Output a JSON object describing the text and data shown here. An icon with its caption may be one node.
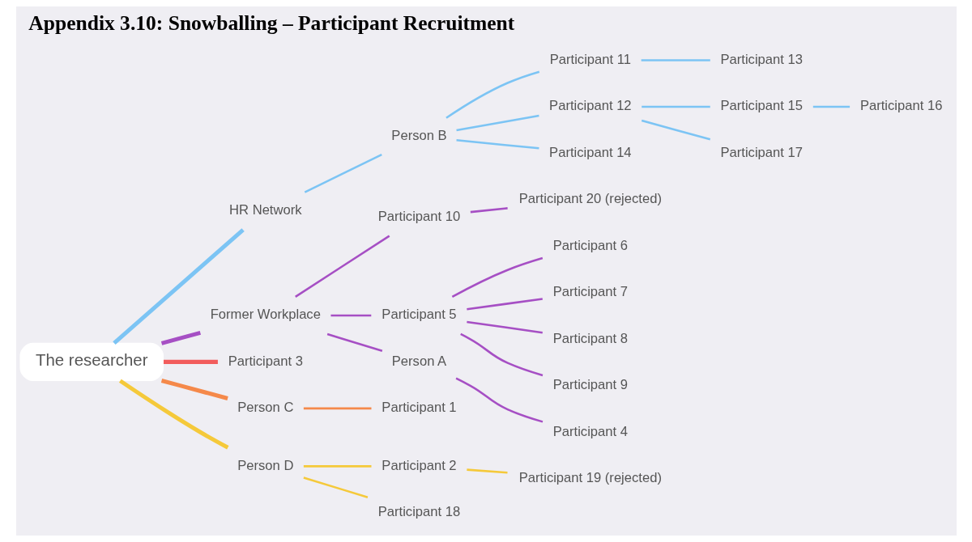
{
  "diagram": {
    "title": "Appendix 3.10: Snowballing – Participant Recruitment",
    "nodes": [
      {
        "text": [
          "The researcher"
        ]
      },
      {
        "text": [
          "HR Network"
        ]
      },
      {
        "text": [
          "Person B"
        ]
      },
      {
        "text": [
          "Participant 11"
        ]
      },
      {
        "text": [
          "Participant 13"
        ]
      },
      {
        "text": [
          "Participant 12"
        ]
      },
      {
        "text": [
          "Participant 15"
        ]
      },
      {
        "text": [
          "Participant 16"
        ]
      },
      {
        "text": [
          "Participant 17"
        ]
      },
      {
        "text": [
          "Participant 14"
        ]
      },
      {
        "text": [
          "Former Workplace"
        ]
      },
      {
        "text": [
          "Participant 10"
        ]
      },
      {
        "text": [
          "Participant 20 (rejected)"
        ]
      },
      {
        "text": [
          "Participant 5"
        ]
      },
      {
        "text": [
          "Participant 6"
        ]
      },
      {
        "text": [
          "Participant 7"
        ]
      },
      {
        "text": [
          "Participant 8"
        ]
      },
      {
        "text": [
          "Participant 9"
        ]
      },
      {
        "text": [
          "Person A"
        ]
      },
      {
        "text": [
          "Participant 4"
        ]
      },
      {
        "text": [
          "Participant 3"
        ]
      },
      {
        "text": [
          "Person C"
        ]
      },
      {
        "text": [
          "Participant 1"
        ]
      },
      {
        "text": [
          "Person D"
        ]
      },
      {
        "text": [
          "Participant 2"
        ]
      },
      {
        "text": [
          "Participant 19 (rejected)"
        ]
      },
      {
        "text": [
          "Participant 18"
        ]
      }
    ],
    "edges": [
      {
        "from": 0,
        "to": 1,
        "arrow": "none",
        "style": "thick",
        "color": "#7cc4f4"
      },
      {
        "from": 1,
        "to": 2,
        "arrow": "none",
        "color": "#7cc4f4"
      },
      {
        "from": 2,
        "to": 3,
        "arrow": "none",
        "color": "#7cc4f4"
      },
      {
        "from": 3,
        "to": 4,
        "arrow": "none",
        "color": "#7cc4f4"
      },
      {
        "from": 2,
        "to": 5,
        "arrow": "none",
        "color": "#7cc4f4"
      },
      {
        "from": 5,
        "to": 6,
        "arrow": "none",
        "color": "#7cc4f4"
      },
      {
        "from": 6,
        "to": 7,
        "arrow": "none",
        "color": "#7cc4f4"
      },
      {
        "from": 5,
        "to": 8,
        "arrow": "none",
        "color": "#7cc4f4"
      },
      {
        "from": 2,
        "to": 9,
        "arrow": "none",
        "color": "#7cc4f4"
      },
      {
        "from": 0,
        "to": 10,
        "arrow": "none",
        "style": "thick"
      },
      {
        "from": 10,
        "to": 11,
        "arrow": "none"
      },
      {
        "from": 11,
        "to": 12,
        "arrow": "none"
      },
      {
        "from": 10,
        "to": 13,
        "arrow": "none"
      },
      {
        "from": 13,
        "to": 14,
        "arrow": "none"
      },
      {
        "from": 13,
        "to": 15,
        "arrow": "none"
      },
      {
        "from": 13,
        "to": 16,
        "arrow": "none"
      },
      {
        "from": 13,
        "to": 17,
        "arrow": "none"
      },
      {
        "from": 10,
        "to": 18,
        "arrow": "none"
      },
      {
        "from": 18,
        "to": 19,
        "arrow": "none"
      },
      {
        "from": 0,
        "to": 20,
        "arrow": "none",
        "style": "thick",
        "color": "#f25c5c"
      },
      {
        "from": 0,
        "to": 21,
        "arrow": "none",
        "style": "thick",
        "color": "#f5894a"
      },
      {
        "from": 21,
        "to": 22,
        "arrow": "none",
        "color": "#f5894a"
      },
      {
        "from": 0,
        "to": 23,
        "arrow": "none",
        "style": "thick",
        "color": "#f5c93a"
      },
      {
        "from": 23,
        "to": 24,
        "arrow": "none",
        "color": "#f5c93a"
      },
      {
        "from": 24,
        "to": 25,
        "arrow": "none",
        "color": "#f5c93a"
      },
      {
        "from": 23,
        "to": 26,
        "arrow": "none",
        "color": "#f5c93a"
      }
    ]
  }
}
